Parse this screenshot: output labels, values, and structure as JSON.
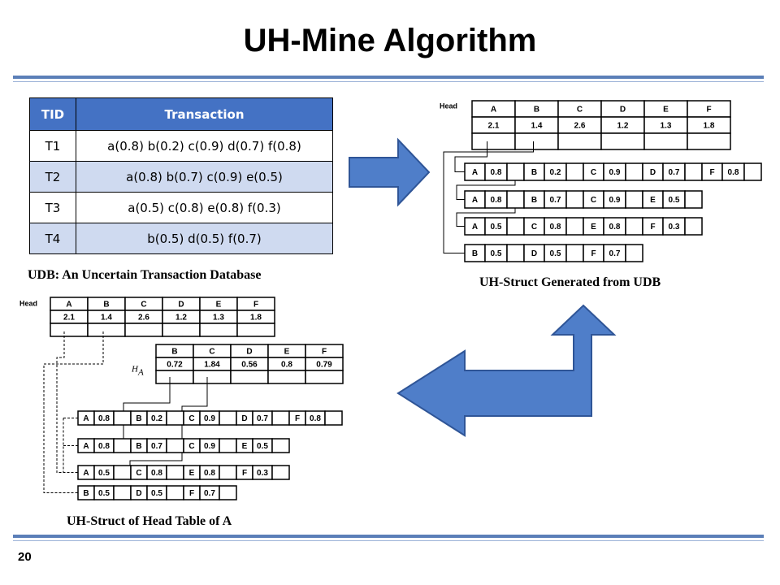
{
  "title": "UH-Mine Algorithm",
  "page_number": "20",
  "udb_table": {
    "headers": [
      "TID",
      "Transaction"
    ],
    "rows": [
      {
        "tid": "T1",
        "transaction": "a(0.8) b(0.2) c(0.9) d(0.7) f(0.8)"
      },
      {
        "tid": "T2",
        "transaction": "a(0.8) b(0.7) c(0.9) e(0.5)"
      },
      {
        "tid": "T3",
        "transaction": "a(0.5) c(0.8) e(0.8) f(0.3)"
      },
      {
        "tid": "T4",
        "transaction": "b(0.5) d(0.5) f(0.7)"
      }
    ]
  },
  "captions": {
    "udb": "UDB: An Uncertain Transaction Database",
    "struct": "UH-Struct Generated from UDB",
    "head_a": "UH-Struct of Head Table of A"
  },
  "head_label": "Head",
  "head_table": {
    "items": [
      "A",
      "B",
      "C",
      "D",
      "E",
      "F"
    ],
    "values": [
      "2.1",
      "1.4",
      "2.6",
      "1.2",
      "1.3",
      "1.8"
    ]
  },
  "ha_label": "H",
  "ha_sub": "A",
  "ha_table": {
    "items": [
      "B",
      "C",
      "D",
      "E",
      "F"
    ],
    "values": [
      "0.72",
      "1.84",
      "0.56",
      "0.8",
      "0.79"
    ]
  },
  "node_rows": [
    [
      [
        "A",
        "0.8"
      ],
      [
        "B",
        "0.2"
      ],
      [
        "C",
        "0.9"
      ],
      [
        "D",
        "0.7"
      ],
      [
        "F",
        "0.8"
      ]
    ],
    [
      [
        "A",
        "0.8"
      ],
      [
        "B",
        "0.7"
      ],
      [
        "C",
        "0.9"
      ],
      [
        "E",
        "0.5"
      ]
    ],
    [
      [
        "A",
        "0.5"
      ],
      [
        "C",
        "0.8"
      ],
      [
        "E",
        "0.8"
      ],
      [
        "F",
        "0.3"
      ]
    ],
    [
      [
        "B",
        "0.5"
      ],
      [
        "D",
        "0.5"
      ],
      [
        "F",
        "0.7"
      ]
    ]
  ],
  "colors": {
    "header_blue": "#4472c4",
    "row_alt": "#cfdaf0",
    "arrow_fill": "#4f7ec9",
    "rule": "#5b7fb8"
  }
}
